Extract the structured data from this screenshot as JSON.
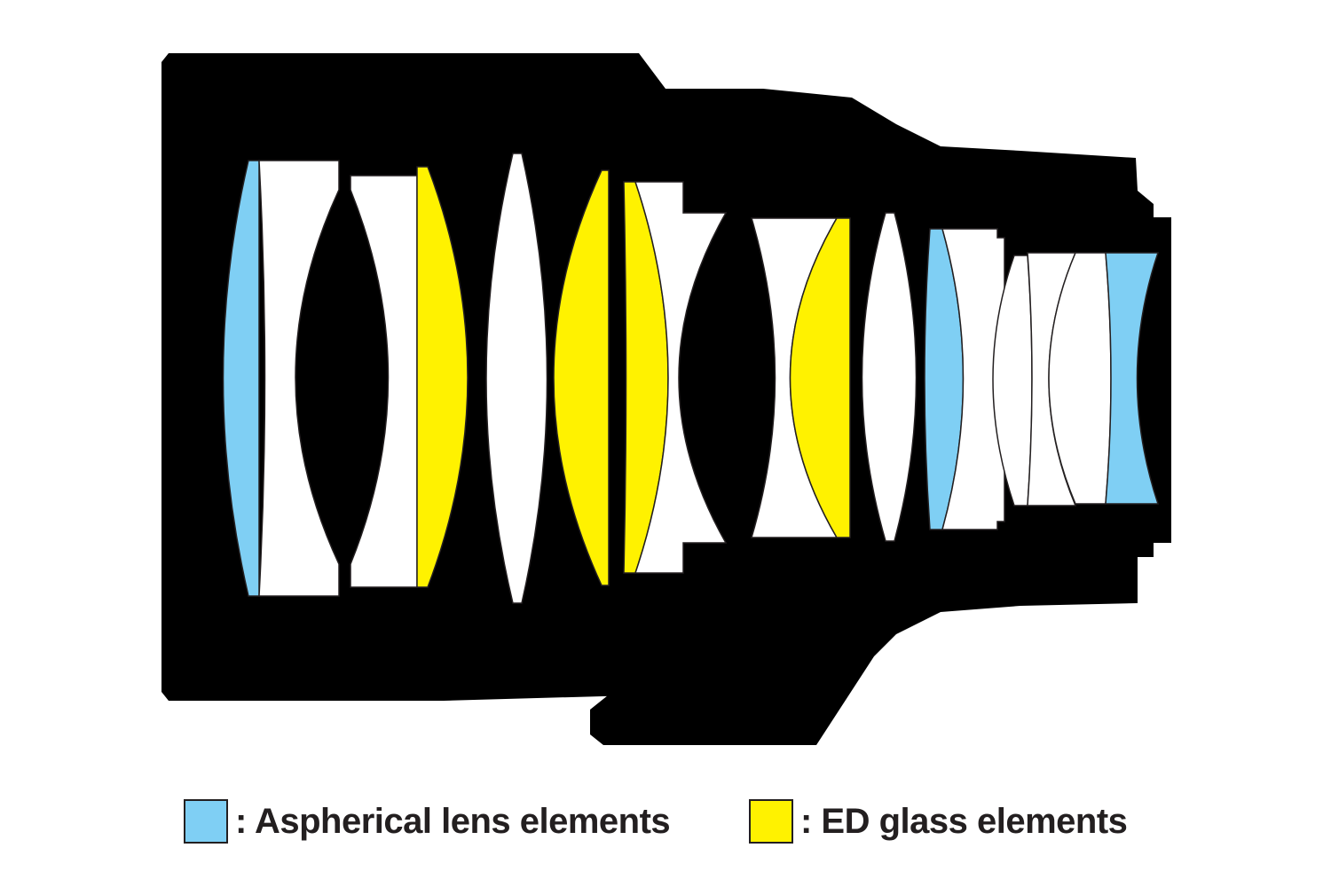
{
  "colors": {
    "aspherical": "#7fcff4",
    "ed_glass": "#fff200",
    "standard": "#ffffff",
    "barrel": "#000000",
    "outline": "#231f20"
  },
  "legend": {
    "aspherical_label": ": Aspherical lens elements",
    "ed_label": ": ED glass elements"
  },
  "elements": [
    {
      "id": 1,
      "type": "aspherical"
    },
    {
      "id": 2,
      "type": "standard"
    },
    {
      "id": 3,
      "type": "standard"
    },
    {
      "id": 4,
      "type": "ed"
    },
    {
      "id": 5,
      "type": "standard"
    },
    {
      "id": 6,
      "type": "ed"
    },
    {
      "id": 7,
      "type": "ed"
    },
    {
      "id": 8,
      "type": "standard"
    },
    {
      "id": 9,
      "type": "standard"
    },
    {
      "id": 10,
      "type": "ed"
    },
    {
      "id": 11,
      "type": "standard"
    },
    {
      "id": 12,
      "type": "aspherical"
    },
    {
      "id": 13,
      "type": "standard"
    },
    {
      "id": 14,
      "type": "standard"
    },
    {
      "id": 15,
      "type": "standard"
    },
    {
      "id": 16,
      "type": "standard"
    },
    {
      "id": 17,
      "type": "aspherical"
    }
  ]
}
